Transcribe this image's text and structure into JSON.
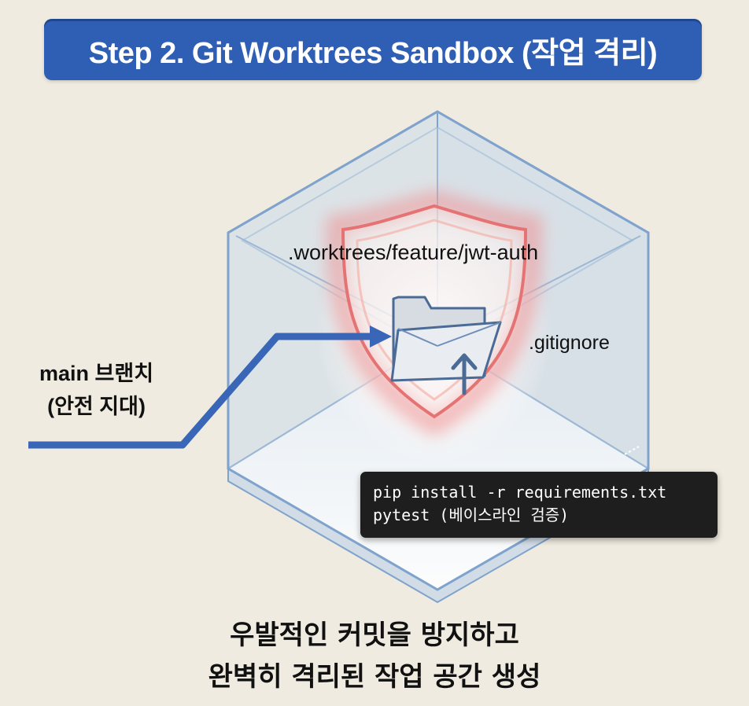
{
  "title": "Step 2. Git Worktrees Sandbox (작업 격리)",
  "diagram": {
    "worktree_path": ".worktrees/feature/jwt-auth",
    "gitignore": ".gitignore",
    "main_branch": {
      "line1": "main 브랜치",
      "line2": "(안전 지대)"
    },
    "terminal": {
      "line1": "pip install -r requirements.txt",
      "line2": "pytest (베이스라인 검증)"
    },
    "icons": [
      "cube-sandbox",
      "shield-icon",
      "folder-icon",
      "arrow-up-icon",
      "arrow-right-icon"
    ],
    "colors": {
      "banner": "#2f5fb4",
      "arrow": "#3a66b8",
      "cube_edge": "#7fa3cc",
      "shield_glow": "#e85a5a",
      "terminal_bg": "#1e1e1e"
    }
  },
  "caption": {
    "line1": "우발적인 커밋을 방지하고",
    "line2": "완벽히 격리된 작업 공간 생성"
  }
}
